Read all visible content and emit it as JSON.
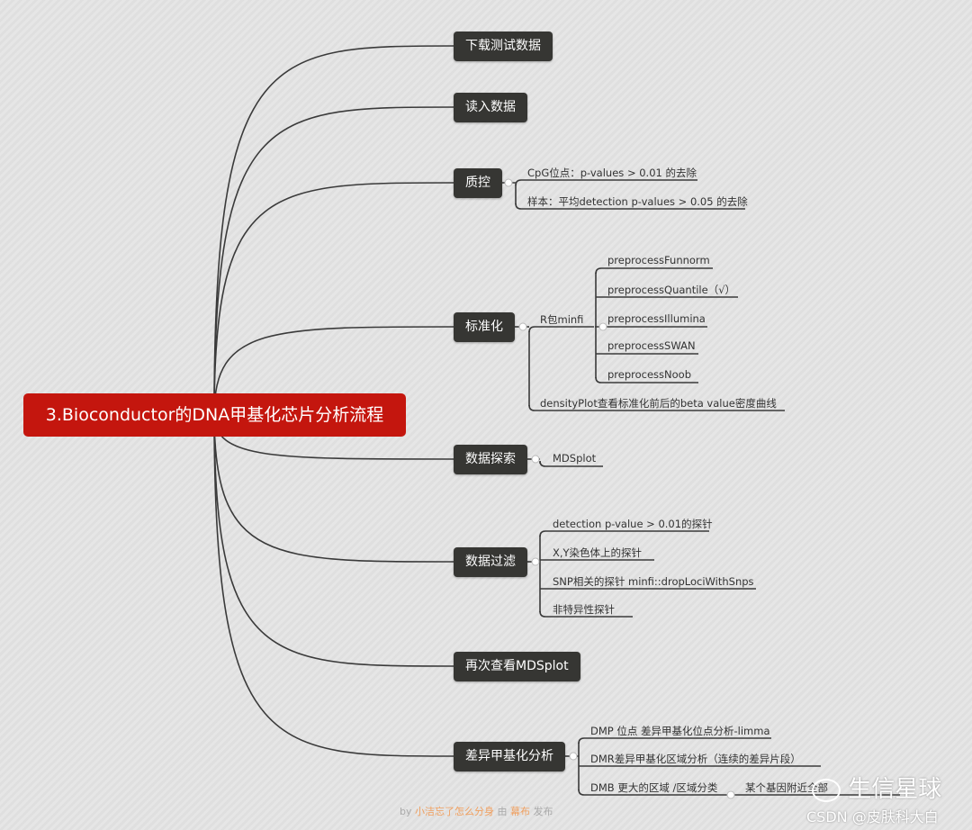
{
  "root": {
    "label": "3.Bioconductor的DNA甲基化芯片分析流程",
    "color": "#c4160e"
  },
  "branches": [
    {
      "label": "下载测试数据",
      "children": []
    },
    {
      "label": "读入数据",
      "children": []
    },
    {
      "label": "质控",
      "children": [
        "CpG位点：p-values > 0.01 的去除",
        "样本：平均detection p-values > 0.05 的去除"
      ]
    },
    {
      "label": "标准化",
      "children": [
        "R包minfi",
        "densityPlot查看标准化前后的beta value密度曲线"
      ],
      "sub_children": [
        "preprocessFunnorm",
        "preprocessQuantile（√）",
        "preprocessIllumina",
        "preprocessSWAN",
        "preprocessNoob"
      ]
    },
    {
      "label": "数据探索",
      "children": [
        "MDSplot"
      ]
    },
    {
      "label": "数据过滤",
      "children": [
        "detection p-value > 0.01的探针",
        "X,Y染色体上的探针",
        "SNP相关的探针 minfi::dropLociWithSnps",
        "非特异性探针"
      ]
    },
    {
      "label": "再次查看MDSplot",
      "children": []
    },
    {
      "label": "差异甲基化分析",
      "children": [
        "DMP 位点 差异甲基化位点分析-limma",
        "DMR差异甲基化区域分析（连续的差异片段）",
        "DMB 更大的区域 /区域分类"
      ],
      "sub_children": [
        "某个基因附近全部"
      ]
    }
  ],
  "watermark": {
    "brand": "生信星球",
    "credit": "CSDN @皮肤科大白",
    "icon": "wechat-icon"
  },
  "footer": {
    "by": "by",
    "author": "小洁忘了怎么分身",
    "via": "由",
    "app": "幕布",
    "published": "发布"
  }
}
